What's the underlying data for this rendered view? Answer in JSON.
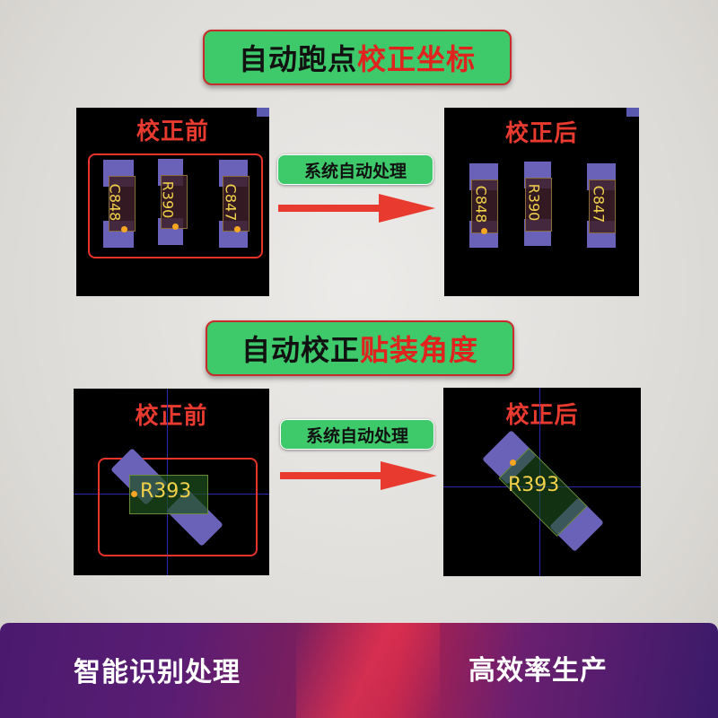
{
  "section1": {
    "title_dark": "自动跑点",
    "title_red": "校正坐标",
    "before_label": "校正前",
    "after_label": "校正后",
    "process_label": "系统自动处理",
    "components": [
      "C848",
      "R390",
      "C847"
    ]
  },
  "section2": {
    "title_dark": "自动校正",
    "title_red": "贴装角度",
    "before_label": "校正前",
    "after_label": "校正后",
    "process_label": "系统自动处理",
    "component": "R393"
  },
  "footer": {
    "left": "智能识别处理",
    "right": "高效率生产"
  },
  "colors": {
    "title_bg": "#3ec96a",
    "accent_red": "#e0231d",
    "pad": "#6a62b8",
    "label_yellow": "#f2d14a"
  }
}
